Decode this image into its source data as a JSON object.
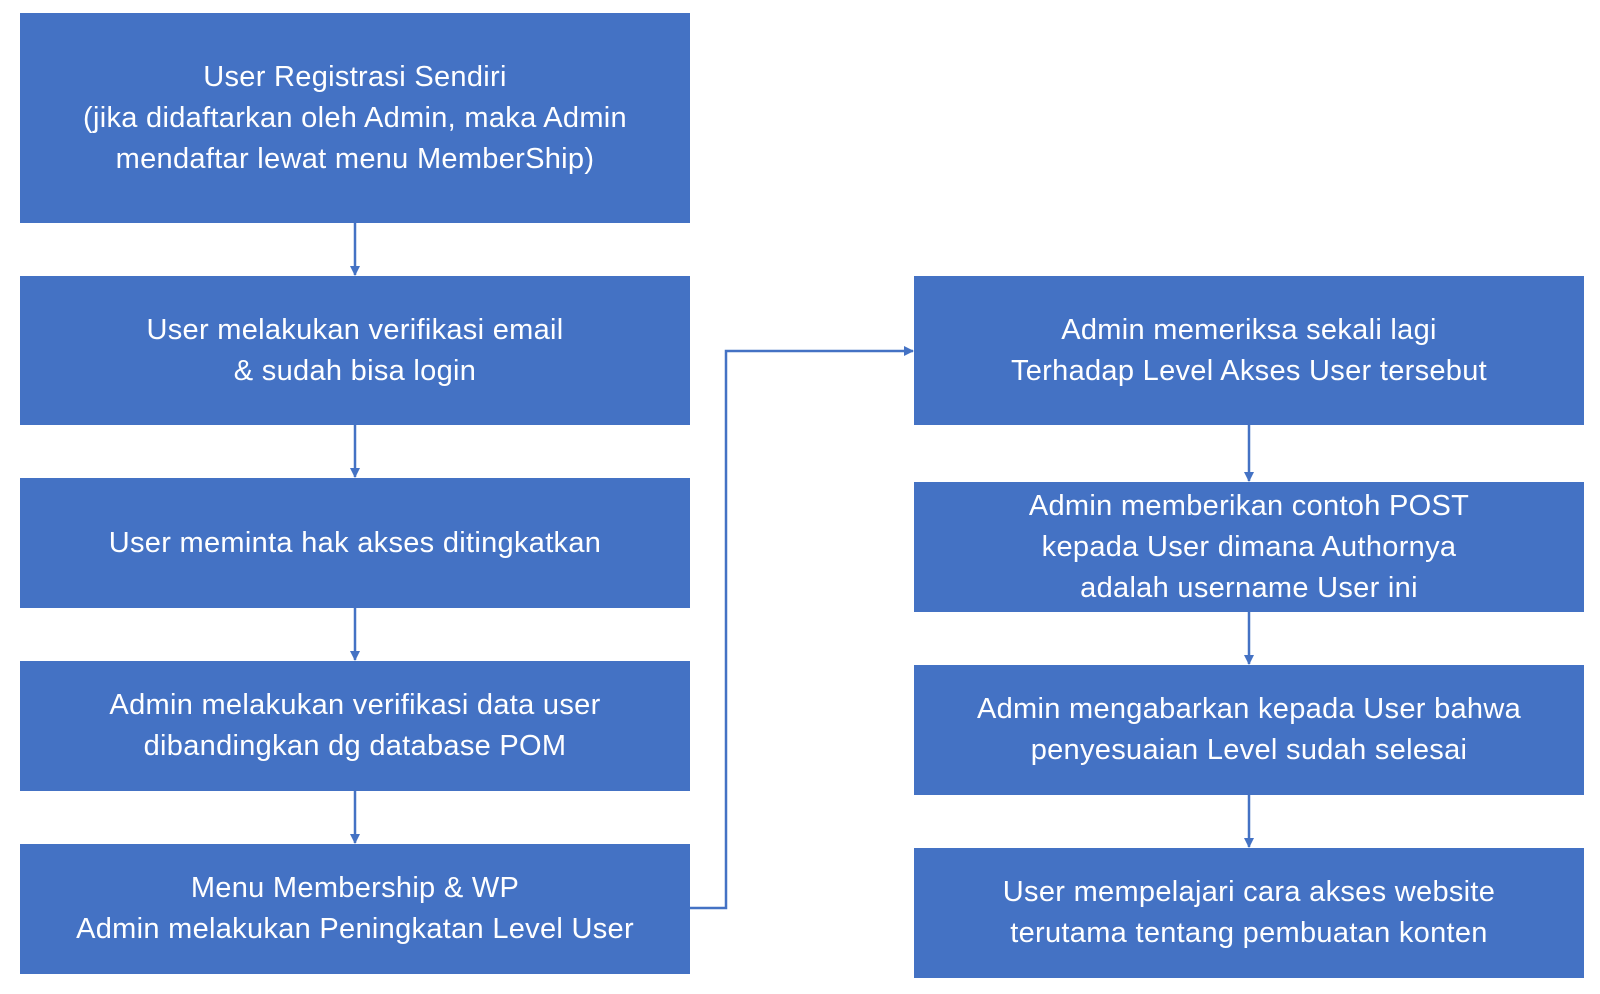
{
  "colors": {
    "box_fill": "#4472c4",
    "box_text": "#ffffff",
    "connector": "#4472c4"
  },
  "flow": {
    "left_column": [
      {
        "id": "step-1",
        "lines": [
          "User Registrasi Sendiri",
          "(jika didaftarkan oleh Admin, maka Admin",
          "mendaftar lewat menu MemberShip)"
        ]
      },
      {
        "id": "step-2",
        "lines": [
          "User melakukan verifikasi email",
          "& sudah bisa login"
        ]
      },
      {
        "id": "step-3",
        "lines": [
          "User meminta hak akses ditingkatkan"
        ]
      },
      {
        "id": "step-4",
        "lines": [
          "Admin melakukan verifikasi data user",
          "dibandingkan dg database POM"
        ]
      },
      {
        "id": "step-5",
        "lines": [
          "Menu Membership & WP",
          "Admin melakukan Peningkatan Level User"
        ]
      }
    ],
    "right_column": [
      {
        "id": "step-6",
        "lines": [
          "Admin memeriksa sekali lagi",
          "Terhadap Level Akses User tersebut"
        ]
      },
      {
        "id": "step-7",
        "lines": [
          "Admin memberikan contoh POST",
          "kepada User dimana Authornya",
          "adalah username User ini"
        ]
      },
      {
        "id": "step-8",
        "lines": [
          "Admin mengabarkan kepada User bahwa",
          "penyesuaian Level sudah selesai"
        ]
      },
      {
        "id": "step-9",
        "lines": [
          "User mempelajari cara akses website",
          "terutama tentang pembuatan konten"
        ]
      }
    ]
  }
}
